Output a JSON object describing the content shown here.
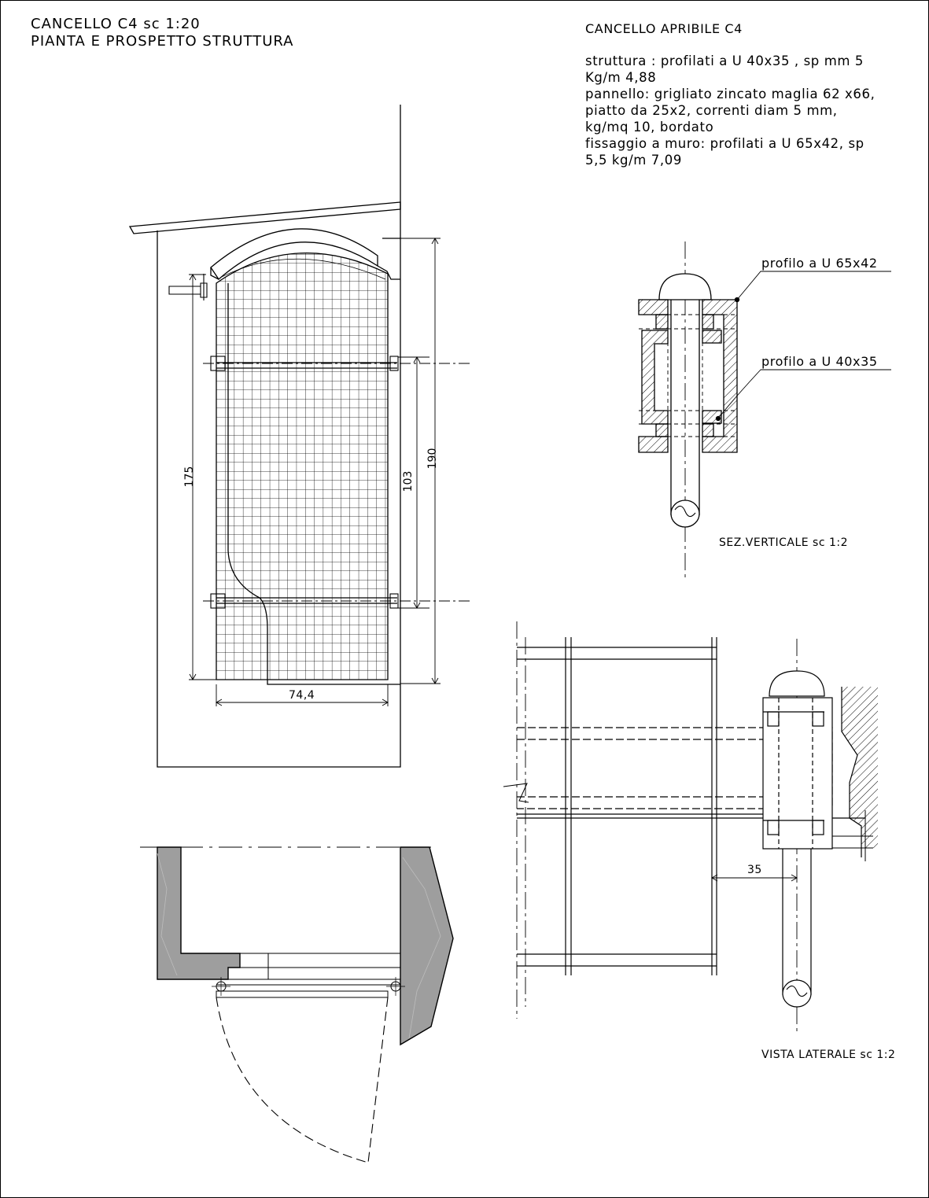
{
  "sheet": {
    "title_line1": "CANCELLO C4   sc 1:20",
    "title_line2": "PIANTA E PROSPETTO STRUTTURA"
  },
  "spec": {
    "heading": "CANCELLO APRIBILE C4",
    "lines": [
      "struttura : profilati a U 40x35 , sp mm 5",
      "Kg/m 4,88",
      "pannello: grigliato zincato maglia 62 x66,",
      "piatto da 25x2, correnti diam 5 mm,",
      "kg/mq 10, bordato",
      "fissaggio a muro: profilati a U 65x42, sp",
      "5,5 kg/m 7,09"
    ]
  },
  "elevation": {
    "dim_height_total": "190",
    "dim_height_hinge_to_base": "175",
    "dim_hinge_spacing": "103",
    "dim_width": "74,4"
  },
  "section": {
    "label_profile_wall": "profilo a U 65x42",
    "label_profile_gate": "profilo a U 40x35",
    "caption": "SEZ.VERTICALE   sc 1:2"
  },
  "side_view": {
    "dim_offset": "35",
    "caption": "VISTA LATERALE   sc 1:2"
  }
}
